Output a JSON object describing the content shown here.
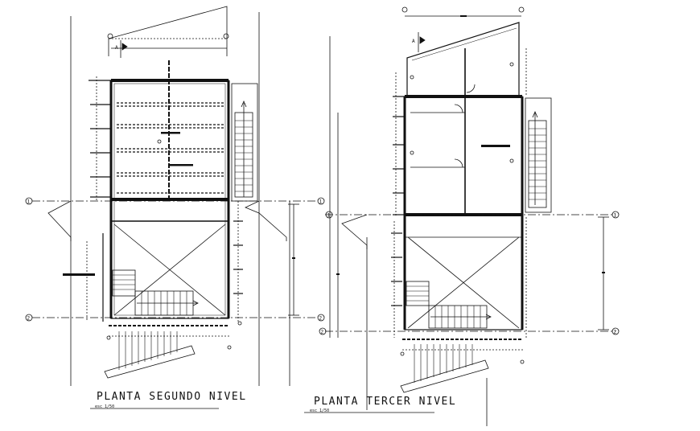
{
  "plans": [
    {
      "title": "PLANTA SEGUNDO NIVEL",
      "scale": "esc 1/50"
    },
    {
      "title": "PLANTA TERCER  NIVEL",
      "scale": "esc 1/50"
    }
  ],
  "section_marker": "A",
  "grid_labels": [
    "1",
    "2"
  ],
  "colors": {
    "line": "#111111",
    "paper": "#ffffff"
  }
}
